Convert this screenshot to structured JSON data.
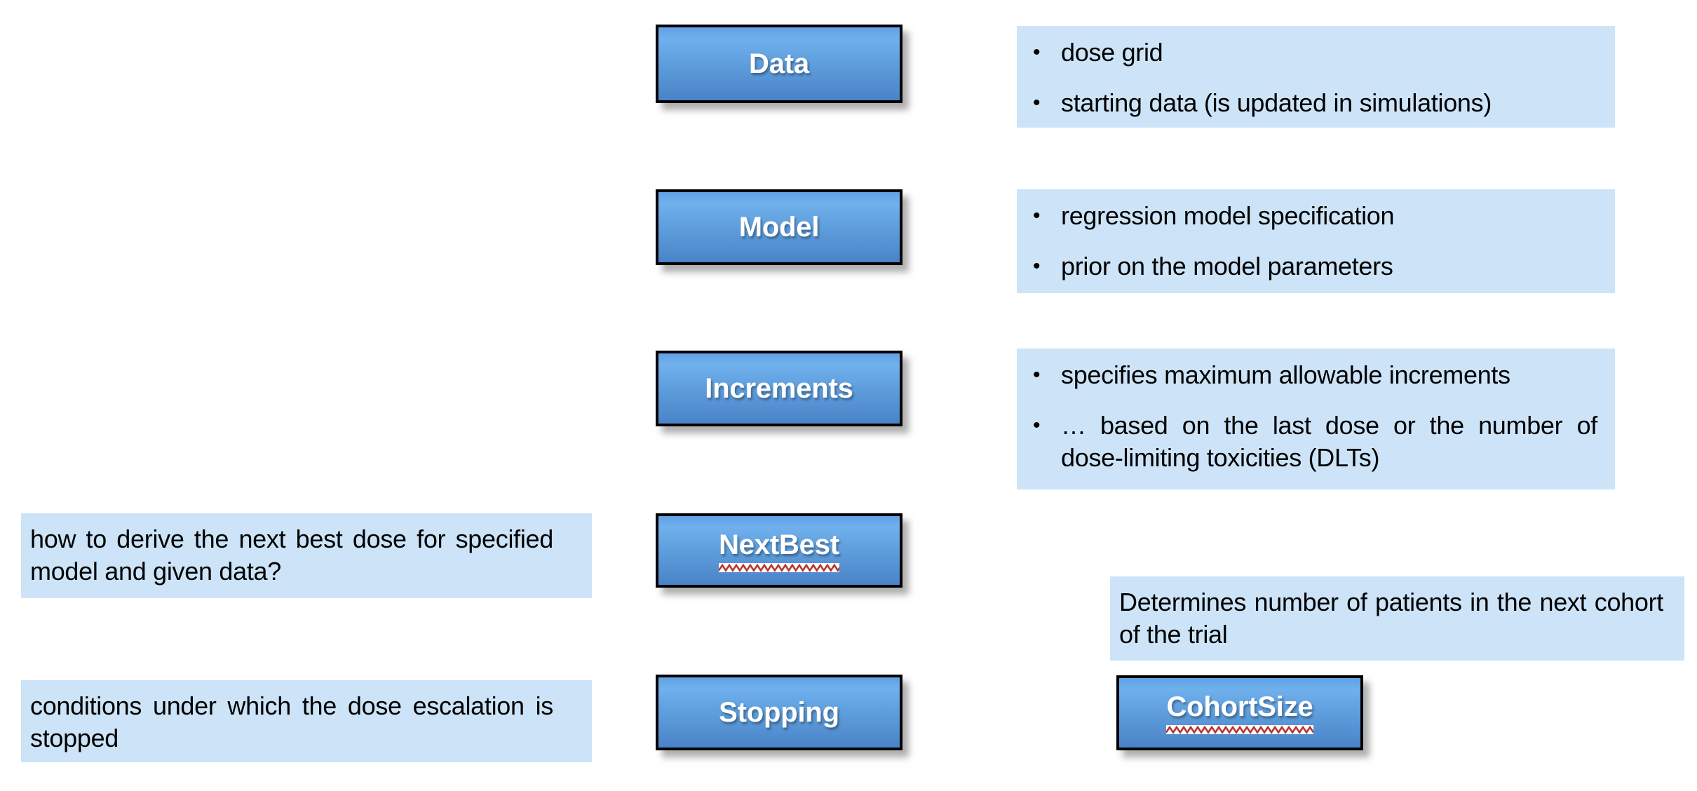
{
  "buttons": {
    "data": {
      "label": "Data"
    },
    "model": {
      "label": "Model"
    },
    "increments": {
      "label": "Increments"
    },
    "nextbest": {
      "label": "NextBest",
      "underlined": true,
      "spellcheck_squiggle": true
    },
    "stopping": {
      "label": "Stopping"
    },
    "cohortsize": {
      "label": "CohortSize",
      "underlined": true,
      "spellcheck_squiggle": true
    }
  },
  "notes": {
    "data_bullets": [
      "dose grid",
      "starting data (is updated in simulations)"
    ],
    "model_bullets": [
      "regression model specification",
      "prior on the model parameters"
    ],
    "increments_bullets": [
      "specifies maximum allowable increments",
      "… based on the last dose or the number of dose-limiting toxicities (DLTs)"
    ],
    "nextbest_note": "how to derive the next best dose for specified model and given data?",
    "stopping_note": "conditions under which the dose escalation is stopped",
    "cohortsize_note": "Determines number of patients in the next cohort of the trial"
  },
  "colors": {
    "note_background": "#cde4f8",
    "button_gradient_top": "#6fb0ed",
    "button_gradient_bottom": "#4a83c8",
    "button_border": "#000000",
    "button_text": "#ffffff",
    "body_text": "#000000",
    "squiggle_red": "#b8372b"
  },
  "bullet_glyph": "•"
}
